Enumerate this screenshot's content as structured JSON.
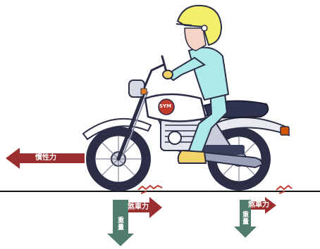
{
  "diagram": {
    "brand_badge": "SYM",
    "arrows": {
      "inertia": {
        "label": "慣性力"
      },
      "brake_front": {
        "label": "煞車力"
      },
      "brake_rear": {
        "label": "煞車力"
      },
      "weight_front": {
        "label": "重量"
      },
      "weight_rear": {
        "label": "重量"
      }
    },
    "colors": {
      "brake_arrow": "#9b2f2f",
      "inertia_arrow": "#9b2f2f",
      "weight_arrow": "#4f7c6c",
      "rider_suit": "#aee9e9",
      "helmet": "#f3ef6a",
      "tank_and_fenders": "#ffffff",
      "frame": "#3a3f5c",
      "seat": "#2f3350",
      "boots": "#f2d36a",
      "gloves": "#f2d36a",
      "ground_line": "#111111",
      "skid_marks": "#c0392b"
    }
  }
}
